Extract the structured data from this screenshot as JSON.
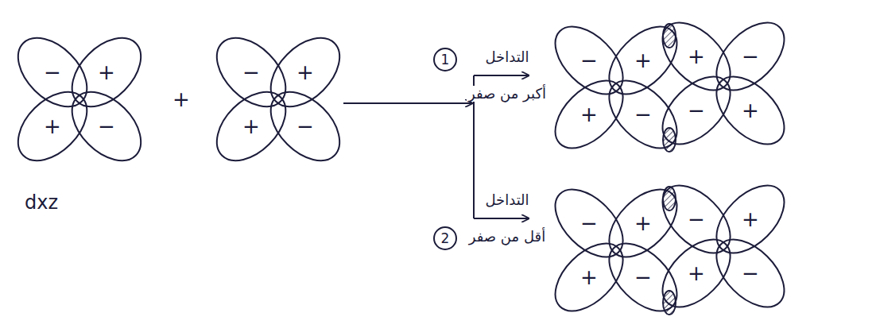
{
  "diagram": {
    "labels": [
      "−",
      "+",
      "+",
      "−",
      "+",
      "−",
      "+",
      "+",
      "−",
      "dxz",
      "1",
      "التداخل",
      "أكبر من صفر",
      "−",
      "+",
      "+",
      "−",
      "+",
      "−",
      "−",
      "+",
      "2",
      "التداخل",
      "أقل من صفر",
      "−",
      "+",
      "+",
      "−",
      "−",
      "+",
      "+",
      "−"
    ]
  }
}
